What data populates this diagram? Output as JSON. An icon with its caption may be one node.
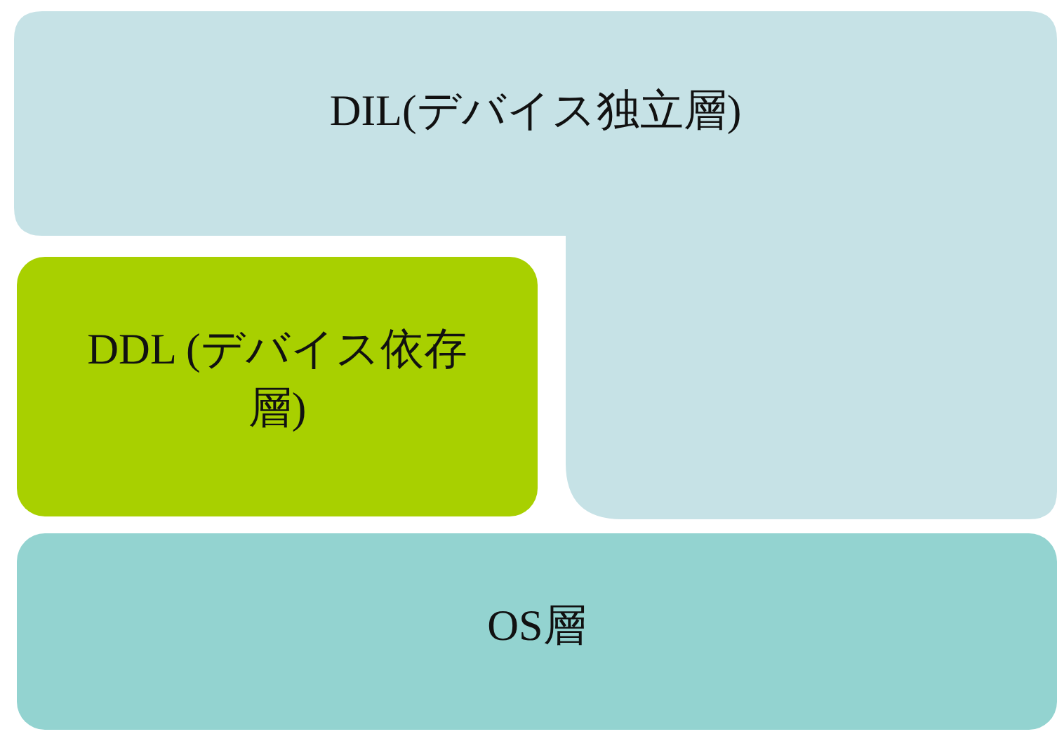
{
  "diagram": {
    "nodes": [
      {
        "text": [
          "DIL(デバイス独立層)"
        ]
      },
      {
        "text": [
          "DDL (デバイス依存層)"
        ]
      },
      {
        "text": [
          "OS層"
        ]
      }
    ]
  }
}
